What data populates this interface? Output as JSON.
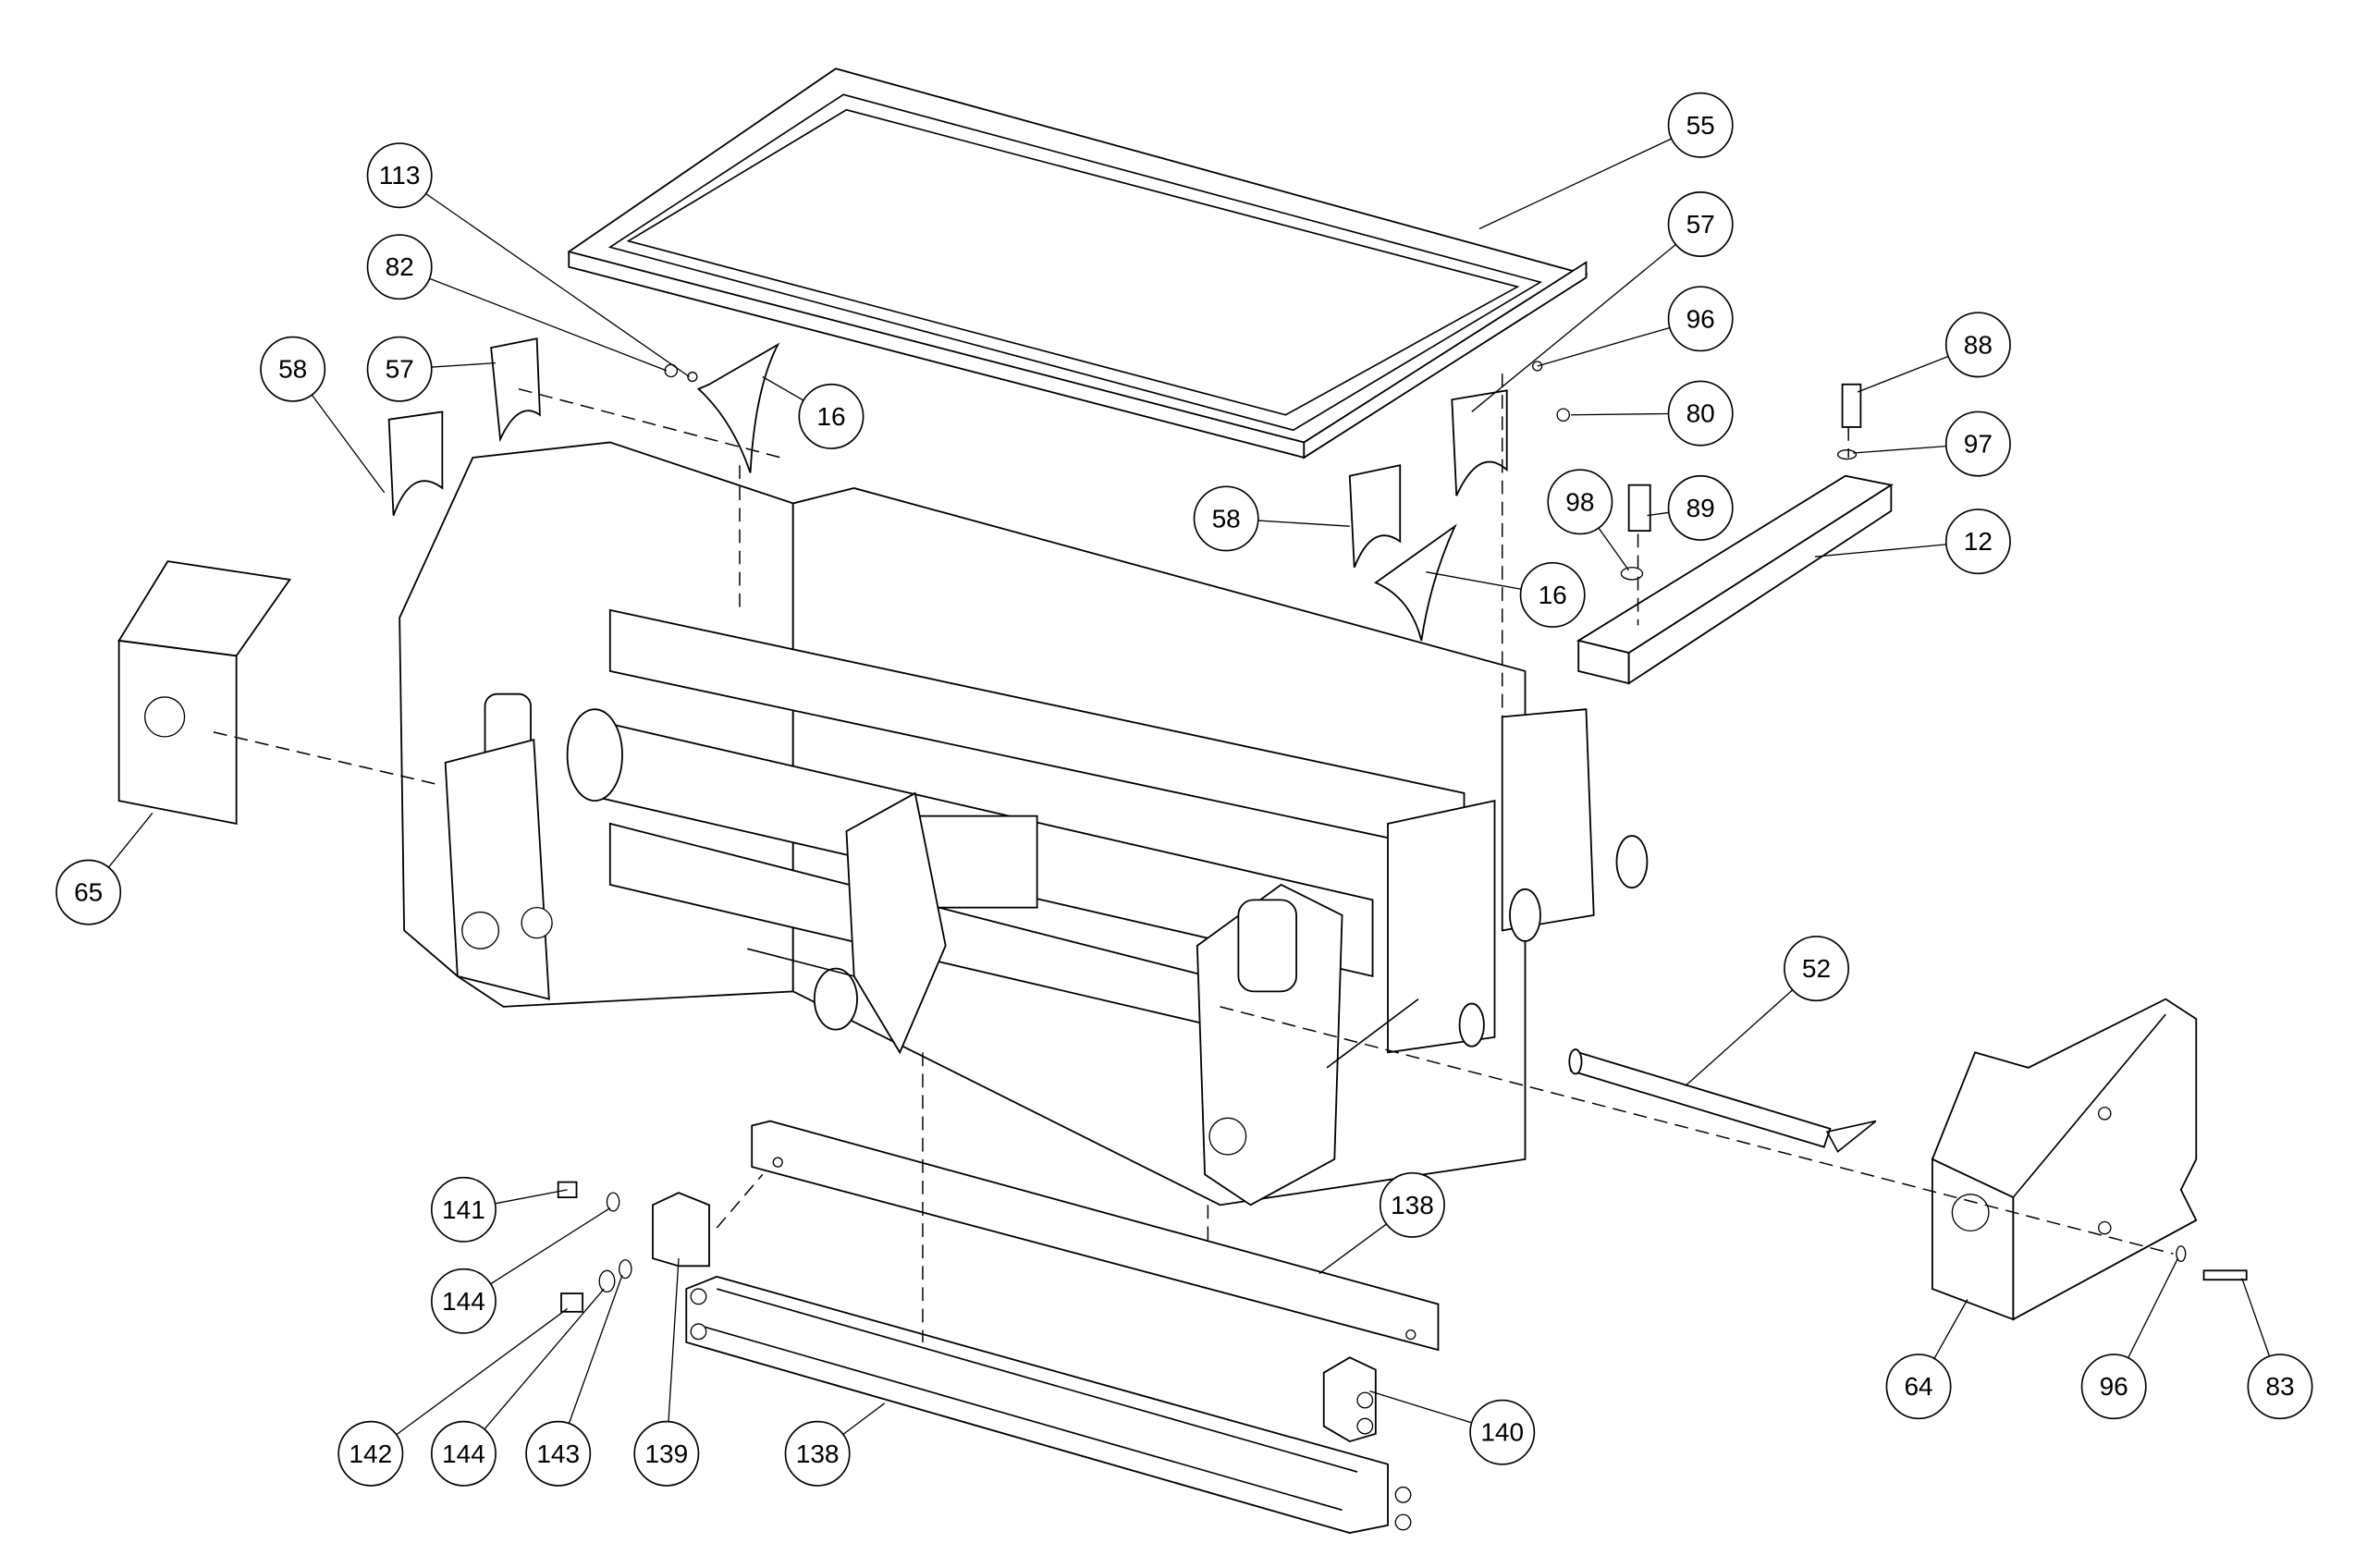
{
  "diagram": {
    "title": "Roller unit exploded assembly view",
    "callouts": [
      "113",
      "82",
      "57",
      "58",
      "16",
      "55",
      "57",
      "96",
      "80",
      "88",
      "97",
      "98",
      "89",
      "12",
      "58",
      "16",
      "65",
      "52",
      "141",
      "144",
      "138",
      "142",
      "144",
      "143",
      "139",
      "138",
      "140",
      "64",
      "96",
      "83"
    ]
  }
}
